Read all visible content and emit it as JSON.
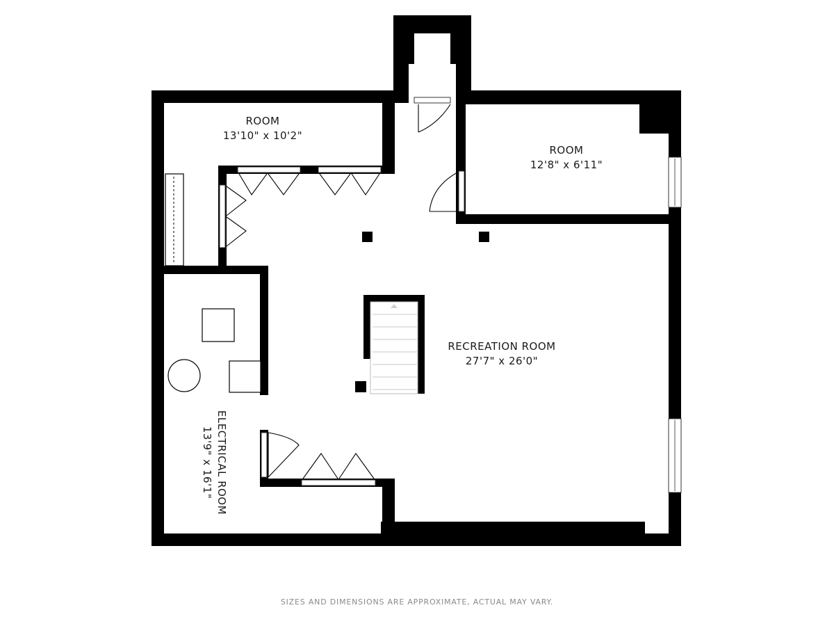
{
  "rooms": {
    "room_1": {
      "name": "ROOM",
      "dimensions": "13'10\" x 10'2\""
    },
    "room_2": {
      "name": "ROOM",
      "dimensions": "12'8\" x 6'11\""
    },
    "recreation": {
      "name": "RECREATION ROOM",
      "dimensions": "27'7\" x 26'0\""
    },
    "electrical": {
      "name": "ELECTRICAL ROOM",
      "dimensions": "13'9\" x 16'1\""
    }
  },
  "footer": {
    "note": "SIZES AND DIMENSIONS ARE APPROXIMATE, ACTUAL MAY VARY."
  },
  "colors": {
    "wall": "#000000",
    "background": "#ffffff",
    "note": "#8a8a8a"
  }
}
